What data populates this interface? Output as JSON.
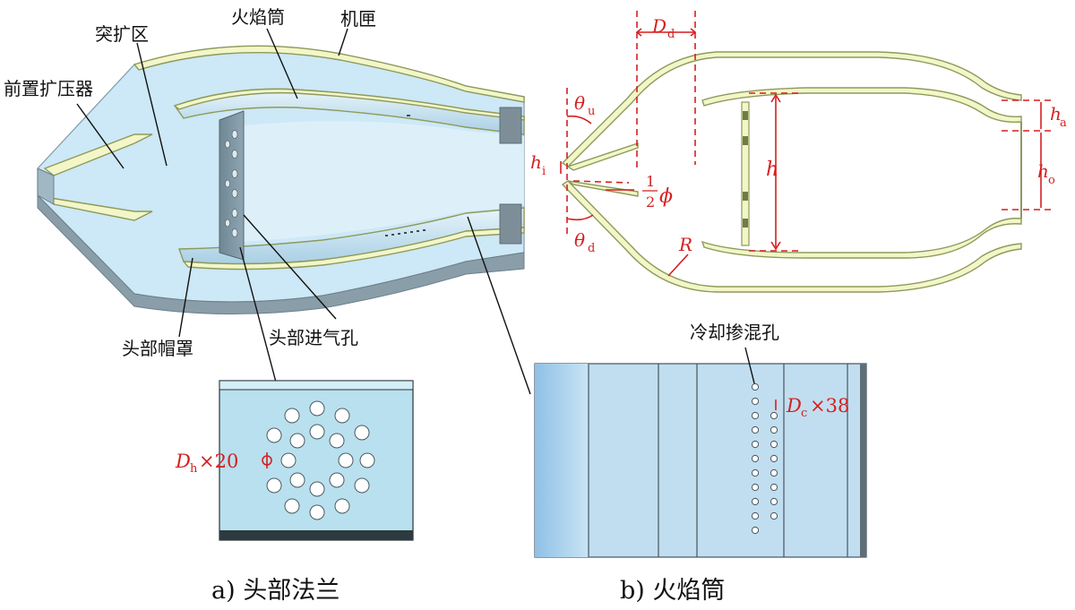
{
  "left_view": {
    "labels": {
      "tukuoqu": "突扩区",
      "huoyantong": "火焰筒",
      "jixia": "机匣",
      "qianzhikuoyaqi": "前置扩压器",
      "toubumaozhao": "头部帽罩",
      "toubujinqikong": "头部进气孔"
    },
    "inset": {
      "dim_D": "D",
      "dim_sub": "h",
      "dim_count": "×20"
    },
    "caption": "a)  头部法兰"
  },
  "right_view": {
    "dims": {
      "Dd": "D",
      "Dd_sub": "d",
      "theta_u": "θ",
      "theta_u_sub": "u",
      "theta_d": "θ",
      "theta_d_sub": "d",
      "hi": "h",
      "hi_sub": "i",
      "phi_num": "1",
      "phi_den": "2",
      "phi": "ϕ",
      "h": "h",
      "ha": "h",
      "ha_sub": "a",
      "ho": "h",
      "ho_sub": "o",
      "R": "R"
    },
    "inset": {
      "title": "冷却掺混孔",
      "dim_D": "D",
      "dim_sub": "c",
      "dim_count": "×38"
    },
    "caption": "b)  火焰筒"
  },
  "colors": {
    "wall": "#f3f6c8",
    "fill_blue": "#cfe9f5",
    "dim_red": "#d61f1f"
  }
}
